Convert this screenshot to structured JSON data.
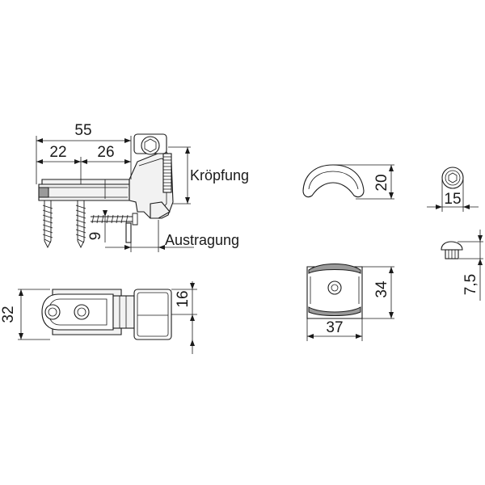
{
  "dimensions": {
    "top_total": "55",
    "top_left": "22",
    "top_right": "26",
    "screw_offset": "9",
    "plan_height": "32",
    "plan_knuckle": "16",
    "cap_height": "20",
    "cap_width": "15",
    "cap_depth": "7,5",
    "plate_height": "34",
    "plate_width": "37"
  },
  "labels": {
    "kroepfung": "Kröpfung",
    "austragung": "Austragung"
  }
}
